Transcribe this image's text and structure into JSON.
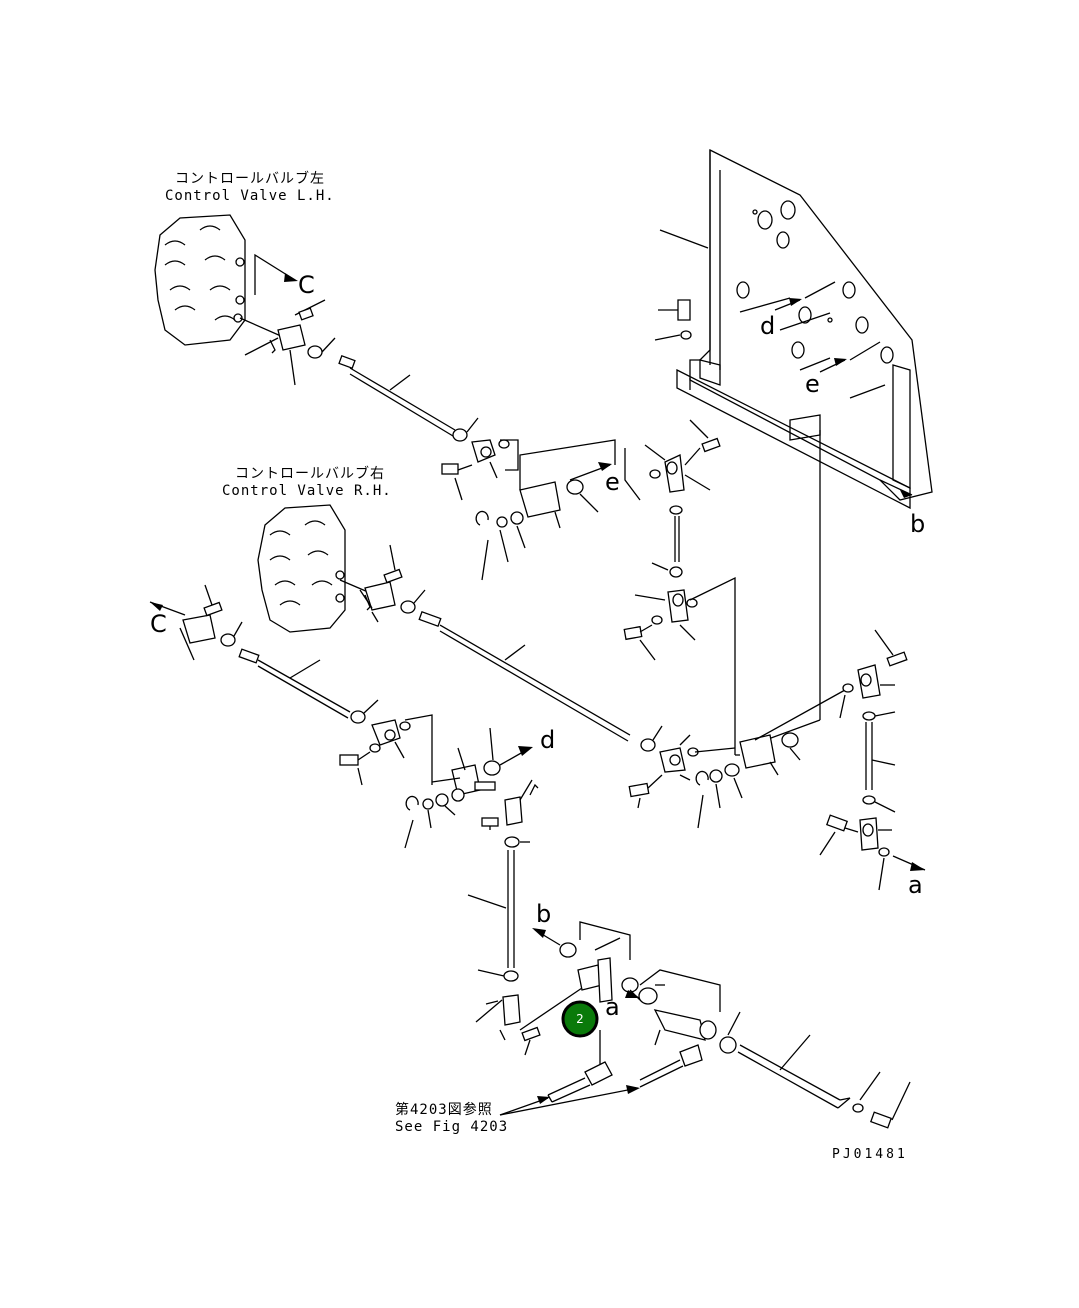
{
  "labels": {
    "valve_left_jp": "コントロールバルブ左",
    "valve_left_en": "Control Valve L.H.",
    "valve_right_jp": "コントロールバルブ右",
    "valve_right_en": "Control Valve R.H.",
    "see_fig_jp": "第4203図参照",
    "see_fig_en": "See Fig 4203",
    "drawing_code": "PJ01481"
  },
  "connection_letters": {
    "c_left_valve": "C",
    "c_right_valve": "C",
    "d_bracket": "d",
    "d_rod": "d",
    "e_bracket": "e",
    "e_linkage": "e",
    "b_bracket": "b",
    "b_lower": "b",
    "a_right": "a",
    "a_lower": "a"
  },
  "hotspot": {
    "number": "2",
    "color": "#0a7a0a"
  }
}
